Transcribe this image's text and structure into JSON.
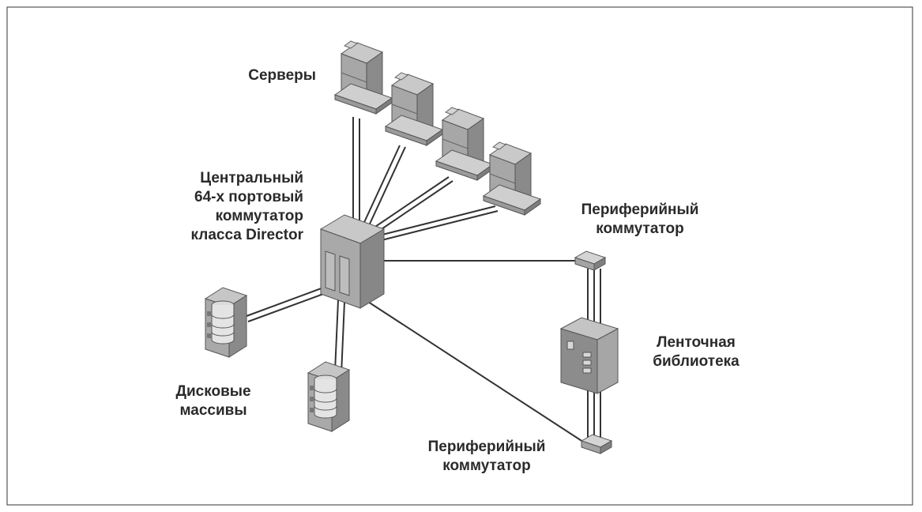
{
  "diagram": {
    "labels": {
      "servers": "Серверы",
      "director": [
        "Центральный",
        "64-х портовый",
        "коммутатор",
        "класса Director"
      ],
      "edge_switch_top": [
        "Периферийный",
        "коммутатор"
      ],
      "tape_library": [
        "Ленточная",
        "библиотека"
      ],
      "disk_arrays": [
        "Дисковые",
        "массивы"
      ],
      "edge_switch_bottom": [
        "Периферийный",
        "коммутатор"
      ]
    },
    "nodes": [
      {
        "id": "server-1",
        "type": "server"
      },
      {
        "id": "server-2",
        "type": "server"
      },
      {
        "id": "server-3",
        "type": "server"
      },
      {
        "id": "server-4",
        "type": "server"
      },
      {
        "id": "director-switch",
        "type": "director"
      },
      {
        "id": "disk-array-1",
        "type": "disk-array"
      },
      {
        "id": "disk-array-2",
        "type": "disk-array"
      },
      {
        "id": "edge-switch-top",
        "type": "edge-switch"
      },
      {
        "id": "tape-library",
        "type": "tape-library"
      },
      {
        "id": "edge-switch-bottom",
        "type": "edge-switch"
      }
    ],
    "links": [
      {
        "from": "director-switch",
        "to": "server-1"
      },
      {
        "from": "director-switch",
        "to": "server-2"
      },
      {
        "from": "director-switch",
        "to": "server-3"
      },
      {
        "from": "director-switch",
        "to": "server-4"
      },
      {
        "from": "director-switch",
        "to": "disk-array-1"
      },
      {
        "from": "director-switch",
        "to": "disk-array-2"
      },
      {
        "from": "director-switch",
        "to": "edge-switch-top"
      },
      {
        "from": "director-switch",
        "to": "edge-switch-bottom"
      },
      {
        "from": "edge-switch-top",
        "to": "tape-library"
      },
      {
        "from": "edge-switch-bottom",
        "to": "tape-library"
      }
    ]
  }
}
